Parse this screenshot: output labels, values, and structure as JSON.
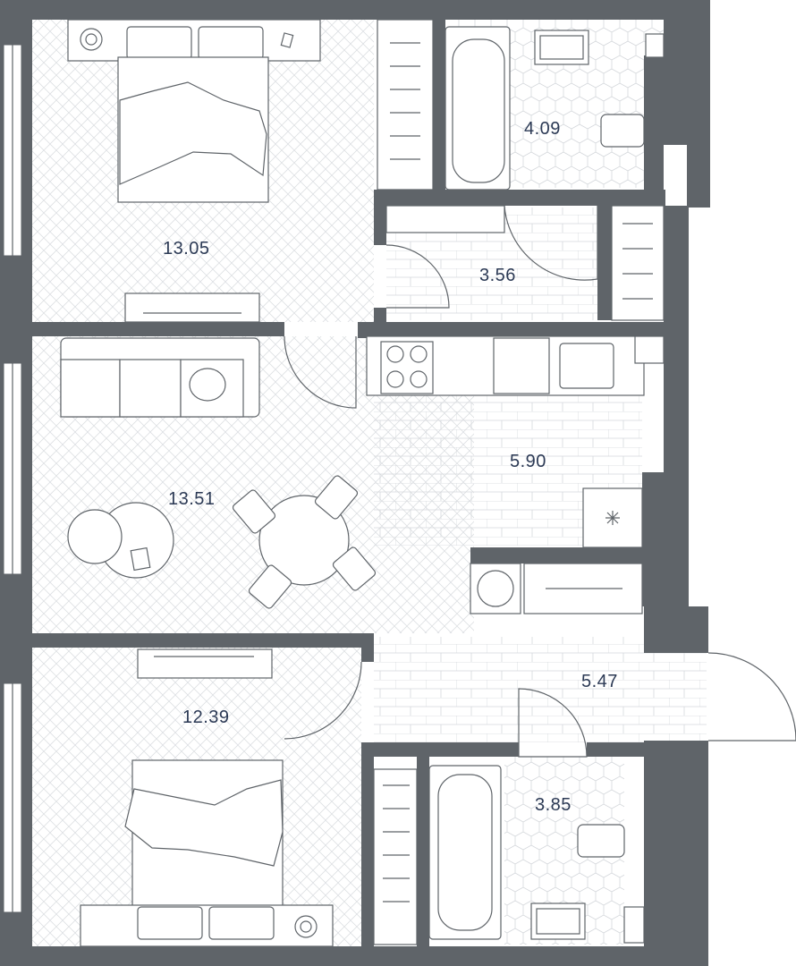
{
  "plan": {
    "rooms": [
      {
        "id": "bedroom-1",
        "area": "13.05"
      },
      {
        "id": "bathroom-1",
        "area": "4.09"
      },
      {
        "id": "wardrobe",
        "area": "3.56"
      },
      {
        "id": "living-room",
        "area": "13.51"
      },
      {
        "id": "kitchen",
        "area": "5.90"
      },
      {
        "id": "hallway",
        "area": "5.47"
      },
      {
        "id": "bedroom-2",
        "area": "12.39"
      },
      {
        "id": "bathroom-2",
        "area": "3.85"
      }
    ],
    "colors": {
      "wall": "#5f6469",
      "label": "#2c3a55",
      "pattern": "#c9cdd2"
    }
  }
}
